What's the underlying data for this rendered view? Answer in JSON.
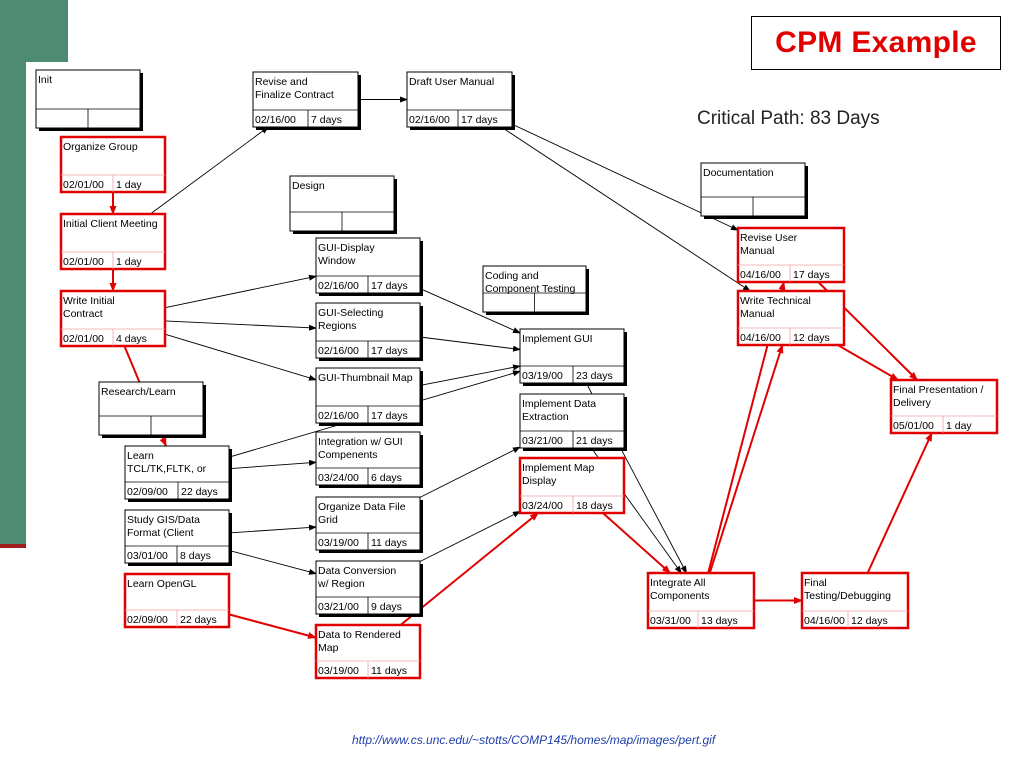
{
  "title": "CPM Example",
  "critical_path_label": "Critical Path: 83 Days",
  "source_url": "http://www.cs.unc.edu/~stotts/COMP145/homes/map/images/pert.gif",
  "colors": {
    "critical": "#e00000",
    "normal": "#000000",
    "sidebar": "#4f8a72",
    "url": "#1f3fa8"
  },
  "groups": [
    {
      "id": "init",
      "name": "Init"
    },
    {
      "id": "design",
      "name": "Design"
    },
    {
      "id": "research",
      "name": "Research/Learn"
    },
    {
      "id": "coding",
      "name": "Coding and\nComponent Testing"
    },
    {
      "id": "documentation",
      "name": "Documentation"
    }
  ],
  "tasks": [
    {
      "id": "organize_group",
      "name": "Organize Group",
      "start": "02/01/00",
      "duration": "1 day",
      "critical": true
    },
    {
      "id": "initial_client_meeting",
      "name": "Initial Client Meeting",
      "start": "02/01/00",
      "duration": "1 day",
      "critical": true
    },
    {
      "id": "write_initial_contract",
      "name": "Write Initial\nContract",
      "start": "02/01/00",
      "duration": "4 days",
      "critical": true
    },
    {
      "id": "revise_contract",
      "name": "Revise and\nFinalize Contract",
      "start": "02/16/00",
      "duration": "7 days",
      "critical": false
    },
    {
      "id": "draft_user_manual",
      "name": "Draft User Manual",
      "start": "02/16/00",
      "duration": "17 days",
      "critical": false
    },
    {
      "id": "gui_display_window",
      "name": "GUI-Display\nWindow",
      "start": "02/16/00",
      "duration": "17 days",
      "critical": false
    },
    {
      "id": "gui_selecting_regions",
      "name": "GUI-Selecting\nRegions",
      "start": "02/16/00",
      "duration": "17 days",
      "critical": false
    },
    {
      "id": "gui_thumbnail_map",
      "name": "GUI-Thumbnail Map",
      "start": "02/16/00",
      "duration": "17 days",
      "critical": false
    },
    {
      "id": "integration_gui",
      "name": "Integration w/ GUI\nCompenents",
      "start": "03/24/00",
      "duration": "6 days",
      "critical": false
    },
    {
      "id": "organize_data_file",
      "name": "Organize Data File\nGrid",
      "start": "03/19/00",
      "duration": "11 days",
      "critical": false
    },
    {
      "id": "data_conversion",
      "name": "Data Conversion\nw/ Region",
      "start": "03/21/00",
      "duration": "9 days",
      "critical": false
    },
    {
      "id": "data_to_rendered_map",
      "name": "Data to Rendered\nMap",
      "start": "03/19/00",
      "duration": "11 days",
      "critical": true
    },
    {
      "id": "learn_tcl",
      "name": "Learn\nTCL/TK,FLTK, or",
      "start": "02/09/00",
      "duration": "22 days",
      "critical": false
    },
    {
      "id": "study_gis",
      "name": "Study GIS/Data\nFormat (Client",
      "start": "03/01/00",
      "duration": "8 days",
      "critical": false
    },
    {
      "id": "learn_opengl",
      "name": "Learn OpenGL",
      "start": "02/09/00",
      "duration": "22 days",
      "critical": true
    },
    {
      "id": "implement_gui",
      "name": "Implement GUI",
      "start": "03/19/00",
      "duration": "23 days",
      "critical": false
    },
    {
      "id": "implement_data_extraction",
      "name": "Implement Data\nExtraction",
      "start": "03/21/00",
      "duration": "21 days",
      "critical": false
    },
    {
      "id": "implement_map_display",
      "name": "Implement Map\nDisplay",
      "start": "03/24/00",
      "duration": "18 days",
      "critical": true
    },
    {
      "id": "integrate_all",
      "name": "Integrate All\nComponents",
      "start": "03/31/00",
      "duration": "13 days",
      "critical": true
    },
    {
      "id": "final_testing",
      "name": "Final\nTesting/Debugging",
      "start": "04/16/00",
      "duration": "12 days",
      "critical": true
    },
    {
      "id": "revise_user_manual",
      "name": "Revise User\nManual",
      "start": "04/16/00",
      "duration": "17 days",
      "critical": true
    },
    {
      "id": "write_technical_manual",
      "name": "Write Technical\nManual",
      "start": "04/16/00",
      "duration": "12 days",
      "critical": true
    },
    {
      "id": "final_presentation",
      "name": "Final Presentation /\nDelivery",
      "start": "05/01/00",
      "duration": "1 day",
      "critical": true
    }
  ],
  "dependencies": [
    {
      "from": "organize_group",
      "to": "initial_client_meeting",
      "critical": true
    },
    {
      "from": "initial_client_meeting",
      "to": "write_initial_contract",
      "critical": true
    },
    {
      "from": "initial_client_meeting",
      "to": "revise_contract",
      "critical": false
    },
    {
      "from": "revise_contract",
      "to": "draft_user_manual",
      "critical": false
    },
    {
      "from": "draft_user_manual",
      "to": "revise_user_manual",
      "critical": false
    },
    {
      "from": "draft_user_manual",
      "to": "write_technical_manual",
      "critical": false
    },
    {
      "from": "write_initial_contract",
      "to": "gui_display_window",
      "critical": false
    },
    {
      "from": "write_initial_contract",
      "to": "gui_selecting_regions",
      "critical": false
    },
    {
      "from": "write_initial_contract",
      "to": "gui_thumbnail_map",
      "critical": false
    },
    {
      "from": "write_initial_contract",
      "to": "learn_tcl",
      "critical": true
    },
    {
      "from": "learn_tcl",
      "to": "integration_gui",
      "critical": false
    },
    {
      "from": "learn_tcl",
      "to": "implement_gui",
      "critical": false
    },
    {
      "from": "study_gis",
      "to": "organize_data_file",
      "critical": false
    },
    {
      "from": "study_gis",
      "to": "data_conversion",
      "critical": false
    },
    {
      "from": "learn_opengl",
      "to": "data_to_rendered_map",
      "critical": true
    },
    {
      "from": "data_to_rendered_map",
      "to": "implement_map_display",
      "critical": true
    },
    {
      "from": "gui_display_window",
      "to": "implement_gui",
      "critical": false
    },
    {
      "from": "gui_selecting_regions",
      "to": "implement_gui",
      "critical": false
    },
    {
      "from": "gui_thumbnail_map",
      "to": "implement_gui",
      "critical": false
    },
    {
      "from": "organize_data_file",
      "to": "implement_data_extraction",
      "critical": false
    },
    {
      "from": "data_conversion",
      "to": "implement_map_display",
      "critical": false
    },
    {
      "from": "implement_gui",
      "to": "integrate_all",
      "critical": false
    },
    {
      "from": "implement_data_extraction",
      "to": "integrate_all",
      "critical": false
    },
    {
      "from": "implement_map_display",
      "to": "integrate_all",
      "critical": true
    },
    {
      "from": "integrate_all",
      "to": "final_testing",
      "critical": true
    },
    {
      "from": "integrate_all",
      "to": "revise_user_manual",
      "critical": true
    },
    {
      "from": "integrate_all",
      "to": "write_technical_manual",
      "critical": true
    },
    {
      "from": "final_testing",
      "to": "final_presentation",
      "critical": true
    },
    {
      "from": "revise_user_manual",
      "to": "final_presentation",
      "critical": true
    },
    {
      "from": "write_technical_manual",
      "to": "final_presentation",
      "critical": true
    }
  ]
}
